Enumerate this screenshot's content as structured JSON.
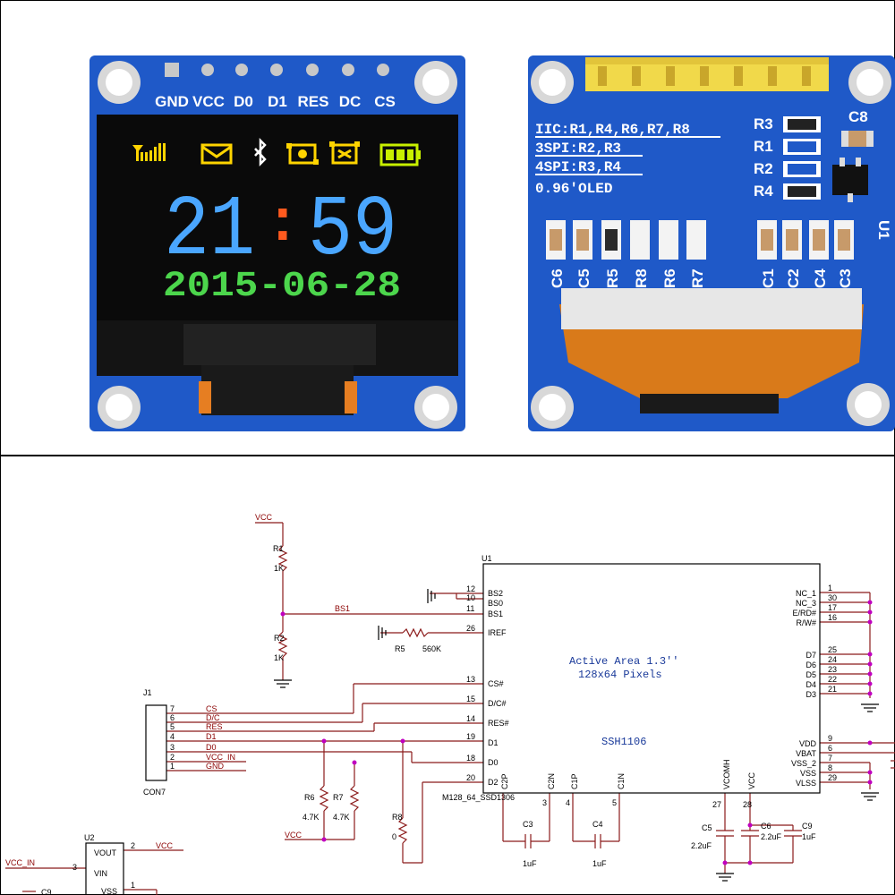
{
  "module_front": {
    "pins": [
      "GND",
      "VCC",
      "D0",
      "D1",
      "RES",
      "DC",
      "CS"
    ],
    "screen": {
      "status_icons": [
        "signal-icon",
        "mail-icon",
        "bluetooth-icon",
        "camera-icon",
        "alarm-icon",
        "battery-icon"
      ],
      "time_hours": "21",
      "time_sep": ":",
      "time_minutes": "59",
      "date": "2015-06-28"
    },
    "colors": {
      "pcb": "#1f59c8",
      "screen": "#0a0a0a",
      "time": "#4aa6ff",
      "separator": "#ff5a1e",
      "date": "#4cd64c",
      "icons": "#ffd400"
    }
  },
  "module_back": {
    "text_lines": [
      "IIC:R1,R4,R6,R7,R8",
      "3SPI:R2,R3",
      "4SPI:R3,R4",
      "0.96'OLED"
    ],
    "resistor_labels": [
      "R3",
      "R1",
      "R2",
      "R4"
    ],
    "top_right_label": "C8",
    "ic_label": "U1",
    "bottom_labels": [
      "C6",
      "C5",
      "R5",
      "R8",
      "R6",
      "R7",
      "C1",
      "C2",
      "C4",
      "C3"
    ]
  },
  "schematic": {
    "vcc": "VCC",
    "vcc_in": "VCC_IN",
    "r1": "R1",
    "r1_val": "1K",
    "r2": "R2",
    "r2_val": "1K",
    "bs1_net": "BS1",
    "r5": "R5",
    "r5_val": "560K",
    "j1": "J1",
    "j1_part": "CON7",
    "j1_pins": [
      {
        "num": "7",
        "name": "CS"
      },
      {
        "num": "6",
        "name": "D/C"
      },
      {
        "num": "5",
        "name": "RES"
      },
      {
        "num": "4",
        "name": "D1"
      },
      {
        "num": "3",
        "name": "D0"
      },
      {
        "num": "2",
        "name": "VCC_IN"
      },
      {
        "num": "1",
        "name": "GND"
      }
    ],
    "u1": "U1",
    "u1_part": "M128_64_SSD1306",
    "active_area": "Active Area 1.3''",
    "pixels": "128x64 Pixels",
    "chip": "SSH1106",
    "left_pins": [
      {
        "num": "12",
        "name": "BS2"
      },
      {
        "num": "10",
        "name": "BS0"
      },
      {
        "num": "11",
        "name": "BS1"
      },
      {
        "num": "26",
        "name": "IREF"
      },
      {
        "num": "13",
        "name": "CS#"
      },
      {
        "num": "15",
        "name": "D/C#"
      },
      {
        "num": "14",
        "name": "RES#"
      },
      {
        "num": "19",
        "name": "D1"
      },
      {
        "num": "18",
        "name": "D0"
      },
      {
        "num": "20",
        "name": "D2"
      }
    ],
    "right_pins": [
      {
        "num": "1",
        "name": "NC_1"
      },
      {
        "num": "30",
        "name": ""
      },
      {
        "num": "17",
        "name": "NC_3"
      },
      {
        "num": "16",
        "name": "E/RD#"
      },
      {
        "num": "",
        "name": "R/W#"
      },
      {
        "num": "25",
        "name": "D7"
      },
      {
        "num": "24",
        "name": "D6"
      },
      {
        "num": "23",
        "name": "D5"
      },
      {
        "num": "22",
        "name": "D4"
      },
      {
        "num": "21",
        "name": "D3"
      },
      {
        "num": "9",
        "name": "VDD"
      },
      {
        "num": "6",
        "name": "VBAT"
      },
      {
        "num": "7",
        "name": "VSS_2"
      },
      {
        "num": "8",
        "name": "VSS"
      },
      {
        "num": "29",
        "name": "VLSS"
      }
    ],
    "bottom_pins": [
      {
        "num": "",
        "name": "C2P"
      },
      {
        "num": "3",
        "name": "C2N"
      },
      {
        "num": "4",
        "name": "C1P"
      },
      {
        "num": "5",
        "name": "C1N"
      },
      {
        "num": "27",
        "name": "VCOMH"
      },
      {
        "num": "28",
        "name": "VCC"
      }
    ],
    "r6": "R6",
    "r6_val": "4.7K",
    "r7": "R7",
    "r7_val": "4.7K",
    "r8": "R8",
    "r8_val": "0",
    "c3": "C3",
    "c3_val": "1uF",
    "c4": "C4",
    "c4_val": "1uF",
    "c5": "C5",
    "c5_val": "2.2uF",
    "c6": "C6",
    "c6_val": "2.2uF",
    "c9": "C9",
    "c9_val": "1uF",
    "u2": "U2",
    "u2_pins": [
      {
        "num": "2",
        "name": "VOUT"
      },
      {
        "num": "3",
        "name": "VIN"
      },
      {
        "num": "1",
        "name": "VSS"
      }
    ],
    "vss_cap": "C9",
    "colors": {
      "wire": "#8b1a1a",
      "junction": "#c000c0",
      "text": "#000000",
      "netlabel": "#8b0000",
      "chip_text": "#1a3a9a"
    }
  }
}
